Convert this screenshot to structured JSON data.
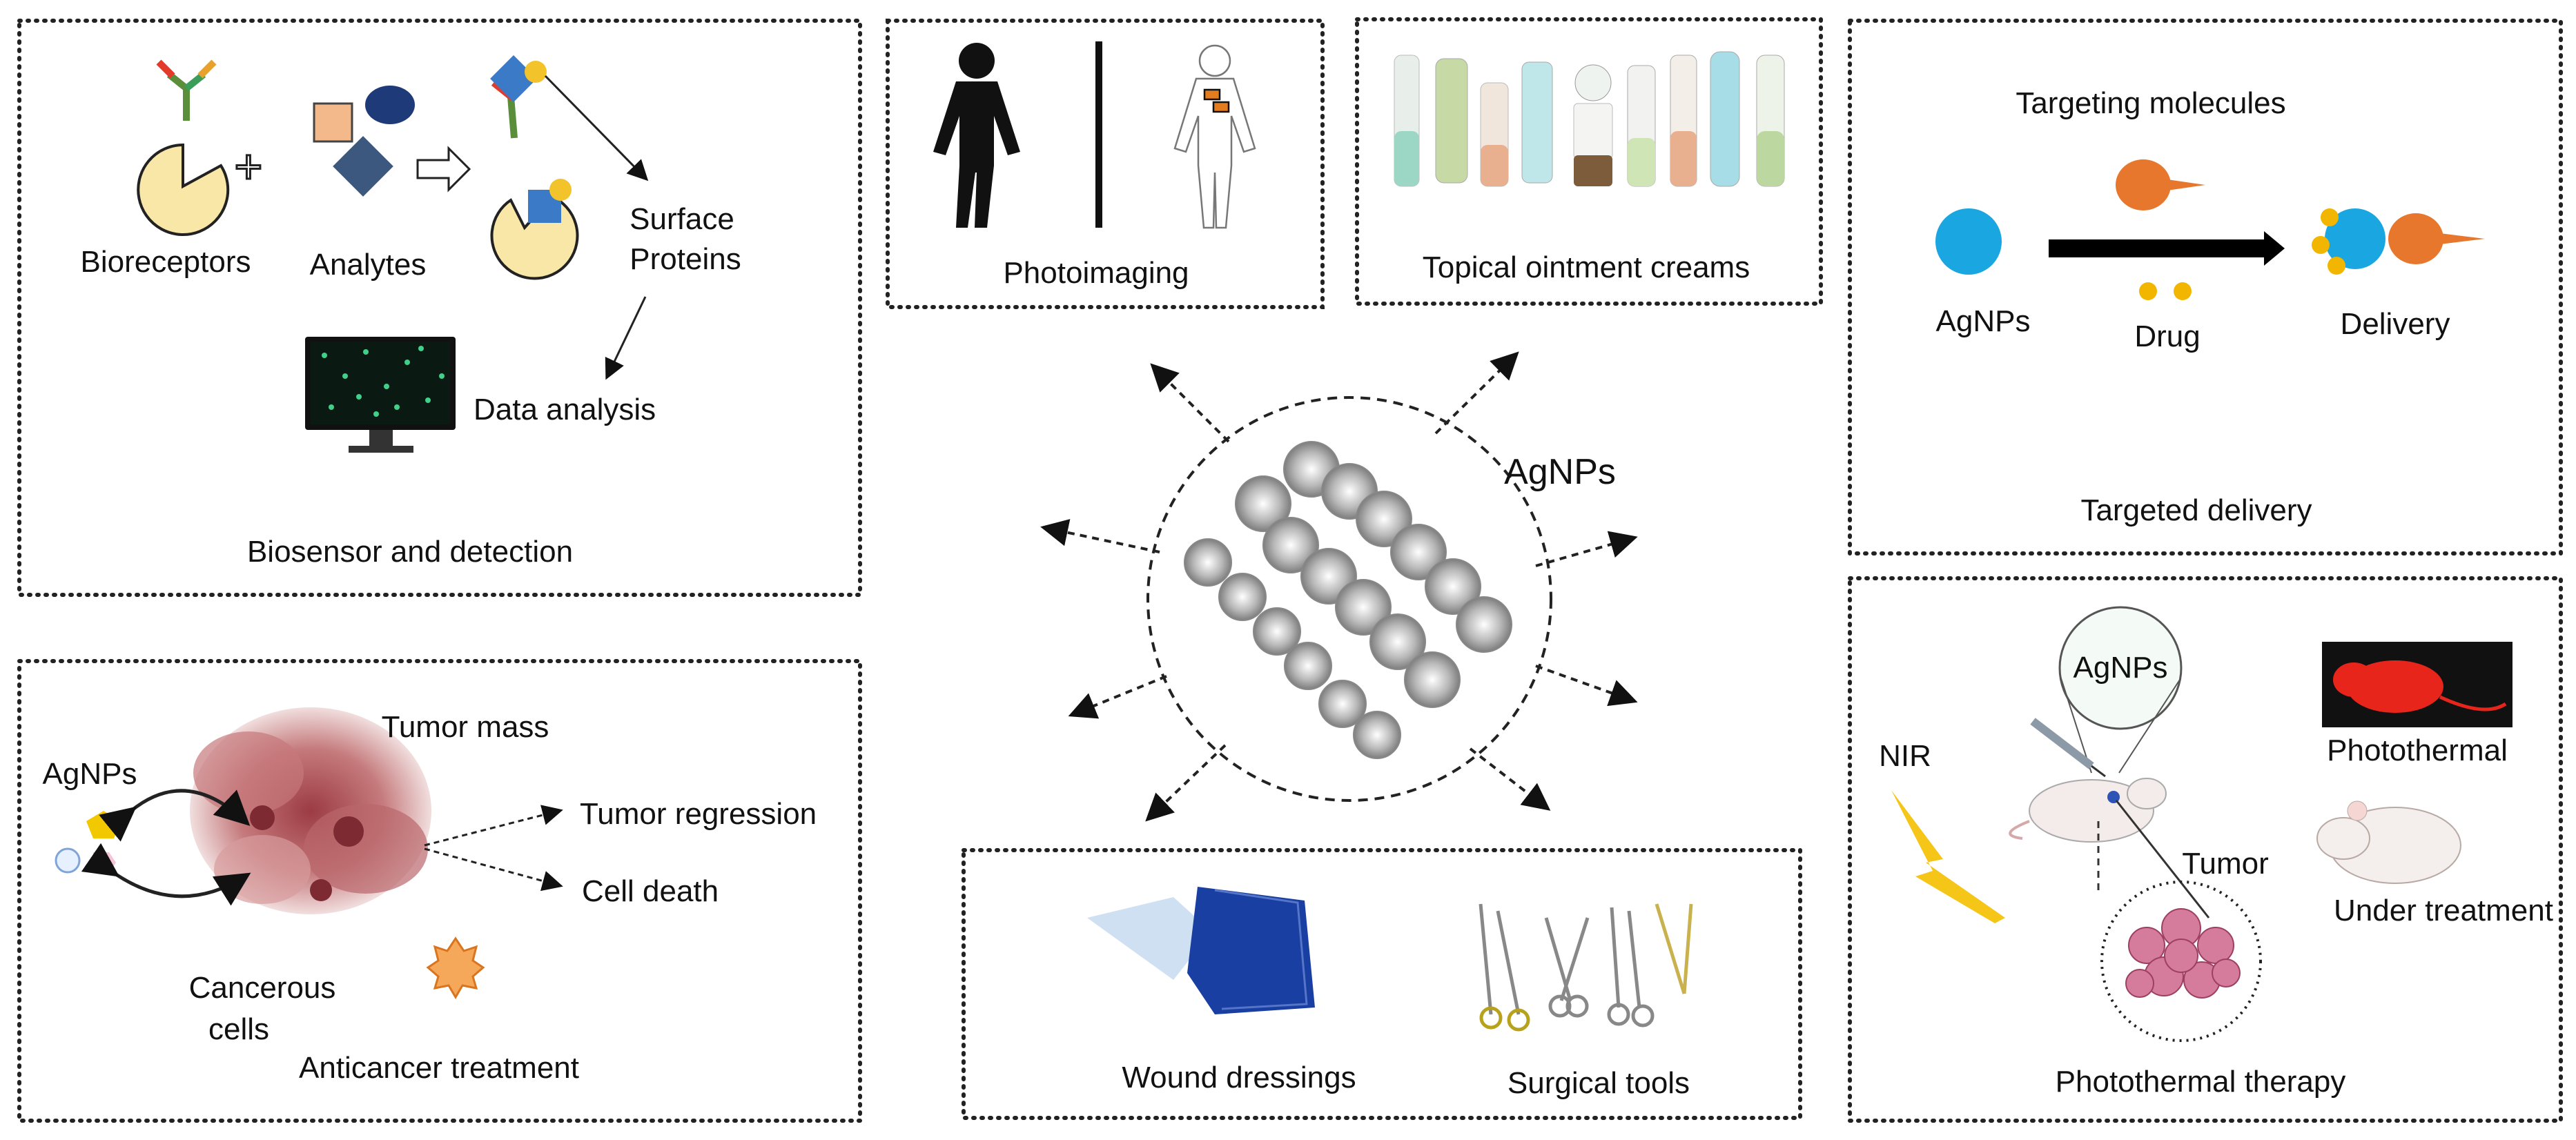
{
  "center": {
    "label": "AgNPs"
  },
  "biosensor": {
    "title": "Biosensor and detection",
    "bioreceptors": "Bioreceptors",
    "analytes": "Analytes",
    "surface_proteins_1": "Surface",
    "surface_proteins_2": "Proteins",
    "data_analysis": "Data analysis"
  },
  "photoimaging": {
    "title": "Photoimaging"
  },
  "topical": {
    "title": "Topical ointment creams"
  },
  "targeted": {
    "title": "Targeted delivery",
    "targeting_molecules": "Targeting molecules",
    "agnps": "AgNPs",
    "drug": "Drug",
    "delivery": "Delivery"
  },
  "anticancer": {
    "title": "Anticancer treatment",
    "tumor_mass": "Tumor mass",
    "agnps": "AgNPs",
    "tumor_regression": "Tumor regression",
    "cell_death": "Cell death",
    "cancerous_1": "Cancerous",
    "cancerous_2": "cells"
  },
  "wound": {
    "wound_dressings": "Wound dressings",
    "surgical_tools": "Surgical tools"
  },
  "photothermal": {
    "title": "Photothermal therapy",
    "nir": "NIR",
    "agnps": "AgNPs",
    "tumor": "Tumor",
    "photothermal": "Photothermal",
    "under_treatment": "Under treatment"
  },
  "colors": {
    "agnp_blue": "#1aa6e0",
    "targeting_orange": "#e8772e",
    "drug_yellow": "#f2b600",
    "tumor_red": "#b05a5e",
    "nir_yellow": "#f5c518",
    "mouse_red": "#e8251b"
  }
}
